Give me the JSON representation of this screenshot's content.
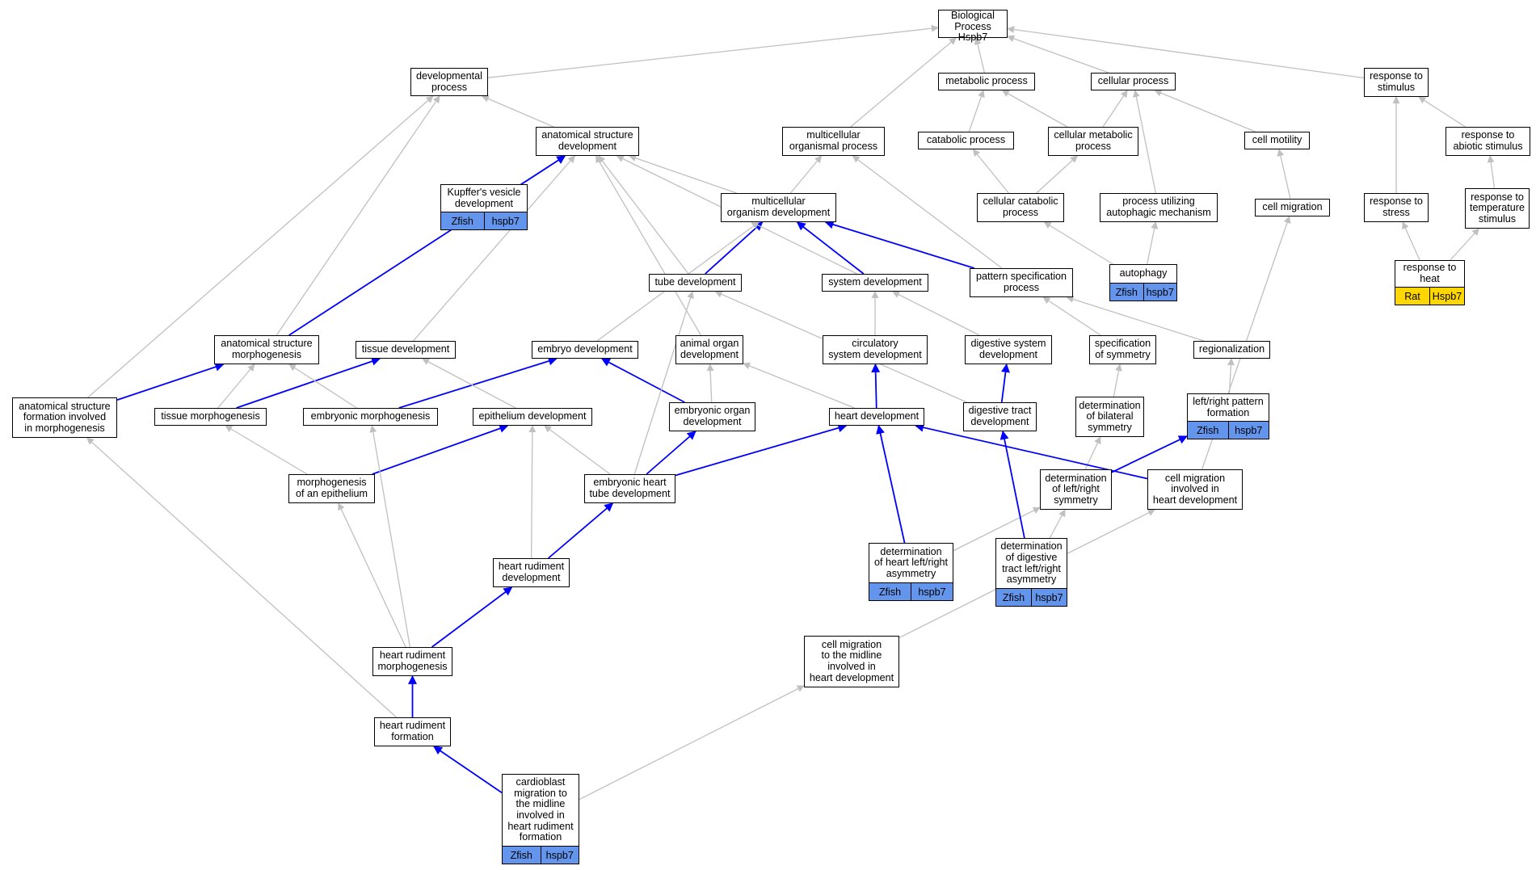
{
  "colors": {
    "edge_gray": "#c0c0c0",
    "edge_blue": "#0000ff",
    "zfish_fill": "#6495ed",
    "rat_fill": "#ffd700"
  },
  "nodes": {
    "bp": {
      "label": "Biological Process\nHspb7"
    },
    "devproc": {
      "label": "developmental\nprocess"
    },
    "metab": {
      "label": "metabolic process"
    },
    "cellproc": {
      "label": "cellular process"
    },
    "resp_stim": {
      "label": "response to\nstimulus"
    },
    "anat_dev": {
      "label": "anatomical structure\ndevelopment"
    },
    "multi_proc": {
      "label": "multicellular\norganismal process"
    },
    "catab": {
      "label": "catabolic process"
    },
    "cell_metab": {
      "label": "cellular metabolic\nprocess"
    },
    "cell_motil": {
      "label": "cell motility"
    },
    "resp_abiotic": {
      "label": "response to\nabiotic stimulus"
    },
    "kupffer": {
      "label": "Kupffer's vesicle\ndevelopment",
      "annotations": [
        "Zfish",
        "hspb7"
      ]
    },
    "multi_org_dev": {
      "label": "multicellular\norganism development"
    },
    "cell_catab": {
      "label": "cellular catabolic\nprocess"
    },
    "autophag_mech": {
      "label": "process utilizing\nautophagic mechanism"
    },
    "cell_migr": {
      "label": "cell migration"
    },
    "resp_stress": {
      "label": "response to\nstress"
    },
    "resp_temp": {
      "label": "response to\ntemperature\nstimulus"
    },
    "tube_dev": {
      "label": "tube development"
    },
    "sys_dev": {
      "label": "system development"
    },
    "pattern_spec": {
      "label": "pattern specification\nprocess"
    },
    "autophagy": {
      "label": "autophagy",
      "annotations": [
        "Zfish",
        "hspb7"
      ]
    },
    "resp_heat": {
      "label": "response to\nheat",
      "annotations": [
        "Rat",
        "Hspb7"
      ]
    },
    "anat_morph": {
      "label": "anatomical structure\nmorphogenesis"
    },
    "tissue_dev": {
      "label": "tissue development"
    },
    "embryo_dev": {
      "label": "embryo development"
    },
    "animal_organ": {
      "label": "animal organ\ndevelopment"
    },
    "circ_sys": {
      "label": "circulatory\nsystem development"
    },
    "dig_sys": {
      "label": "digestive system\ndevelopment"
    },
    "spec_sym": {
      "label": "specification\nof symmetry"
    },
    "regional": {
      "label": "regionalization"
    },
    "anat_form": {
      "label": "anatomical structure\nformation involved\nin morphogenesis"
    },
    "tissue_morph": {
      "label": "tissue morphogenesis"
    },
    "emb_morph": {
      "label": "embryonic morphogenesis"
    },
    "epith_dev": {
      "label": "epithelium development"
    },
    "emb_organ": {
      "label": "embryonic organ\ndevelopment"
    },
    "heart_dev": {
      "label": "heart development"
    },
    "dig_tract": {
      "label": "digestive tract\ndevelopment"
    },
    "det_bilat": {
      "label": "determination\nof bilateral\nsymmetry"
    },
    "lr_pattern": {
      "label": "left/right pattern\nformation",
      "annotations": [
        "Zfish",
        "hspb7"
      ]
    },
    "morph_epith": {
      "label": "morphogenesis\nof an epithelium"
    },
    "emb_heart_tube": {
      "label": "embryonic heart\ntube development"
    },
    "det_lr": {
      "label": "determination\nof left/right\nsymmetry"
    },
    "cell_migr_heart": {
      "label": "cell migration\ninvolved in\nheart development"
    },
    "det_heart_lr": {
      "label": "determination\nof heart left/right\nasymmetry",
      "annotations": [
        "Zfish",
        "hspb7"
      ]
    },
    "det_dig_lr": {
      "label": "determination\nof digestive\ntract left/right\nasymmetry",
      "annotations": [
        "Zfish",
        "hspb7"
      ]
    },
    "heart_rud_dev": {
      "label": "heart rudiment\ndevelopment"
    },
    "cell_migr_mid": {
      "label": "cell migration\nto the midline\ninvolved in\nheart development"
    },
    "heart_rud_morph": {
      "label": "heart rudiment\nmorphogenesis"
    },
    "heart_rud_form": {
      "label": "heart rudiment\nformation"
    },
    "cardioblast": {
      "label": "cardioblast\nmigration to\nthe midline\ninvolved in\nheart rudiment\nformation",
      "annotations": [
        "Zfish",
        "hspb7"
      ]
    }
  },
  "edges": [
    {
      "from": "devproc",
      "to": "bp",
      "color": "gray"
    },
    {
      "from": "metab",
      "to": "bp",
      "color": "gray"
    },
    {
      "from": "cellproc",
      "to": "bp",
      "color": "gray"
    },
    {
      "from": "resp_stim",
      "to": "bp",
      "color": "gray"
    },
    {
      "from": "multi_proc",
      "to": "bp",
      "color": "gray"
    },
    {
      "from": "anat_dev",
      "to": "devproc",
      "color": "gray"
    },
    {
      "from": "catab",
      "to": "metab",
      "color": "gray"
    },
    {
      "from": "cell_metab",
      "to": "metab",
      "color": "gray"
    },
    {
      "from": "cell_metab",
      "to": "cellproc",
      "color": "gray"
    },
    {
      "from": "cell_motil",
      "to": "cellproc",
      "color": "gray"
    },
    {
      "from": "autophag_mech",
      "to": "cellproc",
      "color": "gray"
    },
    {
      "from": "resp_abiotic",
      "to": "resp_stim",
      "color": "gray"
    },
    {
      "from": "resp_stress",
      "to": "resp_stim",
      "color": "gray"
    },
    {
      "from": "kupffer",
      "to": "anat_dev",
      "color": "gray"
    },
    {
      "from": "multi_org_dev",
      "to": "anat_dev",
      "color": "gray"
    },
    {
      "from": "multi_org_dev",
      "to": "multi_proc",
      "color": "gray"
    },
    {
      "from": "cell_catab",
      "to": "catab",
      "color": "gray"
    },
    {
      "from": "cell_catab",
      "to": "cell_metab",
      "color": "gray"
    },
    {
      "from": "cell_migr",
      "to": "cell_motil",
      "color": "gray"
    },
    {
      "from": "resp_temp",
      "to": "resp_abiotic",
      "color": "gray"
    },
    {
      "from": "tube_dev",
      "to": "anat_dev",
      "color": "gray"
    },
    {
      "from": "tube_dev",
      "to": "multi_org_dev",
      "color": "blue"
    },
    {
      "from": "sys_dev",
      "to": "anat_dev",
      "color": "gray"
    },
    {
      "from": "sys_dev",
      "to": "multi_org_dev",
      "color": "blue"
    },
    {
      "from": "pattern_spec",
      "to": "multi_org_dev",
      "color": "blue"
    },
    {
      "from": "pattern_spec",
      "to": "multi_proc",
      "color": "gray"
    },
    {
      "from": "autophagy",
      "to": "cell_catab",
      "color": "gray"
    },
    {
      "from": "autophagy",
      "to": "autophag_mech",
      "color": "gray"
    },
    {
      "from": "resp_heat",
      "to": "resp_stress",
      "color": "gray"
    },
    {
      "from": "resp_heat",
      "to": "resp_temp",
      "color": "gray"
    },
    {
      "from": "anat_morph",
      "to": "devproc",
      "color": "gray"
    },
    {
      "from": "anat_morph",
      "to": "anat_dev",
      "color": "blue"
    },
    {
      "from": "tissue_dev",
      "to": "anat_dev",
      "color": "gray"
    },
    {
      "from": "embryo_dev",
      "to": "multi_org_dev",
      "color": "gray"
    },
    {
      "from": "animal_organ",
      "to": "anat_dev",
      "color": "gray"
    },
    {
      "from": "circ_sys",
      "to": "sys_dev",
      "color": "gray"
    },
    {
      "from": "dig_sys",
      "to": "sys_dev",
      "color": "gray"
    },
    {
      "from": "spec_sym",
      "to": "pattern_spec",
      "color": "gray"
    },
    {
      "from": "regional",
      "to": "pattern_spec",
      "color": "gray"
    },
    {
      "from": "anat_form",
      "to": "devproc",
      "color": "gray"
    },
    {
      "from": "anat_form",
      "to": "anat_morph",
      "color": "blue"
    },
    {
      "from": "tissue_morph",
      "to": "anat_morph",
      "color": "gray"
    },
    {
      "from": "tissue_morph",
      "to": "tissue_dev",
      "color": "blue"
    },
    {
      "from": "emb_morph",
      "to": "anat_morph",
      "color": "gray"
    },
    {
      "from": "emb_morph",
      "to": "embryo_dev",
      "color": "blue"
    },
    {
      "from": "epith_dev",
      "to": "tissue_dev",
      "color": "gray"
    },
    {
      "from": "emb_organ",
      "to": "embryo_dev",
      "color": "blue"
    },
    {
      "from": "emb_organ",
      "to": "animal_organ",
      "color": "gray"
    },
    {
      "from": "heart_dev",
      "to": "animal_organ",
      "color": "gray"
    },
    {
      "from": "heart_dev",
      "to": "circ_sys",
      "color": "blue"
    },
    {
      "from": "dig_tract",
      "to": "tube_dev",
      "color": "gray"
    },
    {
      "from": "dig_tract",
      "to": "dig_sys",
      "color": "blue"
    },
    {
      "from": "det_bilat",
      "to": "spec_sym",
      "color": "gray"
    },
    {
      "from": "lr_pattern",
      "to": "regional",
      "color": "gray"
    },
    {
      "from": "morph_epith",
      "to": "tissue_morph",
      "color": "gray"
    },
    {
      "from": "morph_epith",
      "to": "epith_dev",
      "color": "blue"
    },
    {
      "from": "emb_heart_tube",
      "to": "tube_dev",
      "color": "gray"
    },
    {
      "from": "emb_heart_tube",
      "to": "epith_dev",
      "color": "gray"
    },
    {
      "from": "emb_heart_tube",
      "to": "emb_organ",
      "color": "blue"
    },
    {
      "from": "emb_heart_tube",
      "to": "heart_dev",
      "color": "blue"
    },
    {
      "from": "det_lr",
      "to": "det_bilat",
      "color": "gray"
    },
    {
      "from": "det_lr",
      "to": "lr_pattern",
      "color": "blue"
    },
    {
      "from": "cell_migr_heart",
      "to": "heart_dev",
      "color": "blue"
    },
    {
      "from": "cell_migr_heart",
      "to": "cell_migr",
      "color": "gray"
    },
    {
      "from": "det_heart_lr",
      "to": "heart_dev",
      "color": "blue"
    },
    {
      "from": "det_heart_lr",
      "to": "det_lr",
      "color": "gray"
    },
    {
      "from": "det_dig_lr",
      "to": "dig_tract",
      "color": "blue"
    },
    {
      "from": "det_dig_lr",
      "to": "det_lr",
      "color": "gray"
    },
    {
      "from": "heart_rud_dev",
      "to": "epith_dev",
      "color": "gray"
    },
    {
      "from": "heart_rud_dev",
      "to": "emb_heart_tube",
      "color": "blue"
    },
    {
      "from": "cell_migr_mid",
      "to": "cell_migr_heart",
      "color": "gray"
    },
    {
      "from": "heart_rud_morph",
      "to": "morph_epith",
      "color": "gray"
    },
    {
      "from": "heart_rud_morph",
      "to": "emb_morph",
      "color": "gray"
    },
    {
      "from": "heart_rud_morph",
      "to": "heart_rud_dev",
      "color": "blue"
    },
    {
      "from": "heart_rud_form",
      "to": "anat_form",
      "color": "gray"
    },
    {
      "from": "heart_rud_form",
      "to": "heart_rud_morph",
      "color": "blue"
    },
    {
      "from": "cardioblast",
      "to": "heart_rud_form",
      "color": "blue"
    },
    {
      "from": "cardioblast",
      "to": "cell_migr_mid",
      "color": "gray"
    }
  ]
}
